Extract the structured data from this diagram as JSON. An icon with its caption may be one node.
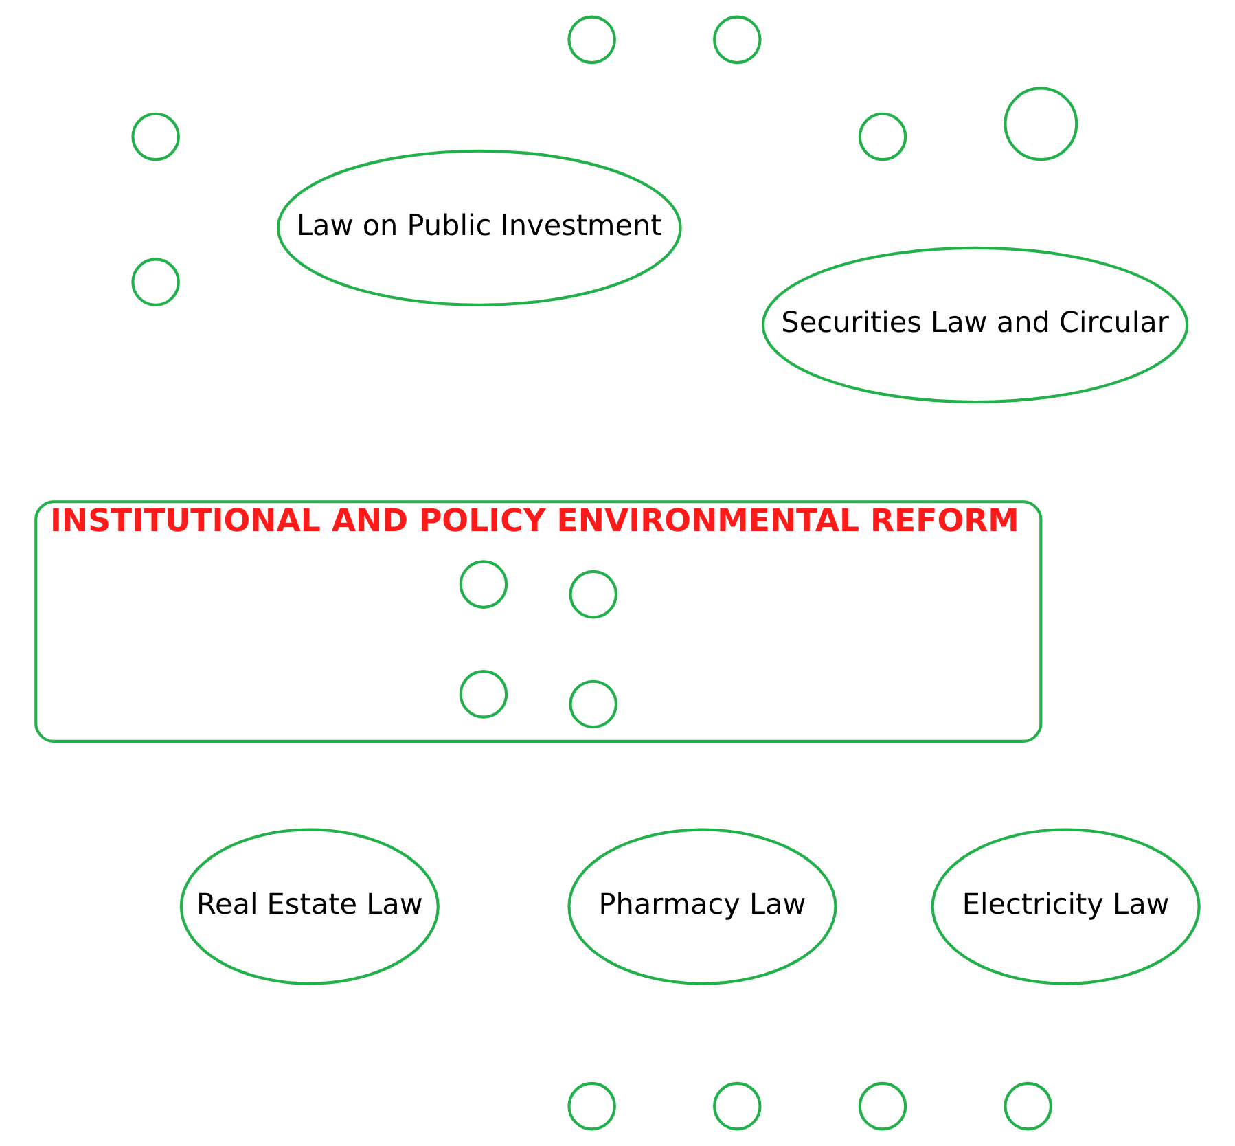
{
  "diagram": {
    "nodes": [
      {
        "text": [
          "Pharmacy Law"
        ]
      },
      {
        "text": [
          "Real Estate Law"
        ]
      },
      {
        "text": [
          "Law on Public Investment"
        ]
      },
      {
        "text": [
          "INSTITUTIONAL AND POLICY ENVIRONMENTAL REFORM"
        ]
      },
      {
        "text": [
          "Securities Law and Circular"
        ]
      },
      {
        "text": [
          "Electricity Law"
        ]
      },
      {
        "text": [],
        "shape": "circle"
      },
      {
        "text": [],
        "shape": "circle"
      },
      {
        "text": [],
        "shape": "circle",
        "in": 3
      },
      {
        "text": [],
        "shape": "circle",
        "in": 3
      },
      {
        "text": [],
        "shape": "circle"
      },
      {
        "text": [],
        "shape": "circle"
      },
      {
        "text": [],
        "shape": "circle",
        "in": 3
      },
      {
        "text": [],
        "shape": "circle"
      },
      {
        "text": [],
        "shape": "circle"
      },
      {
        "text": [],
        "shape": "circle",
        "in": 3
      },
      {
        "text": [],
        "shape": "circle"
      },
      {
        "text": [],
        "shape": "circle"
      },
      {
        "text": [],
        "shape": "circle"
      },
      {
        "text": [],
        "shape": "circle"
      }
    ]
  }
}
